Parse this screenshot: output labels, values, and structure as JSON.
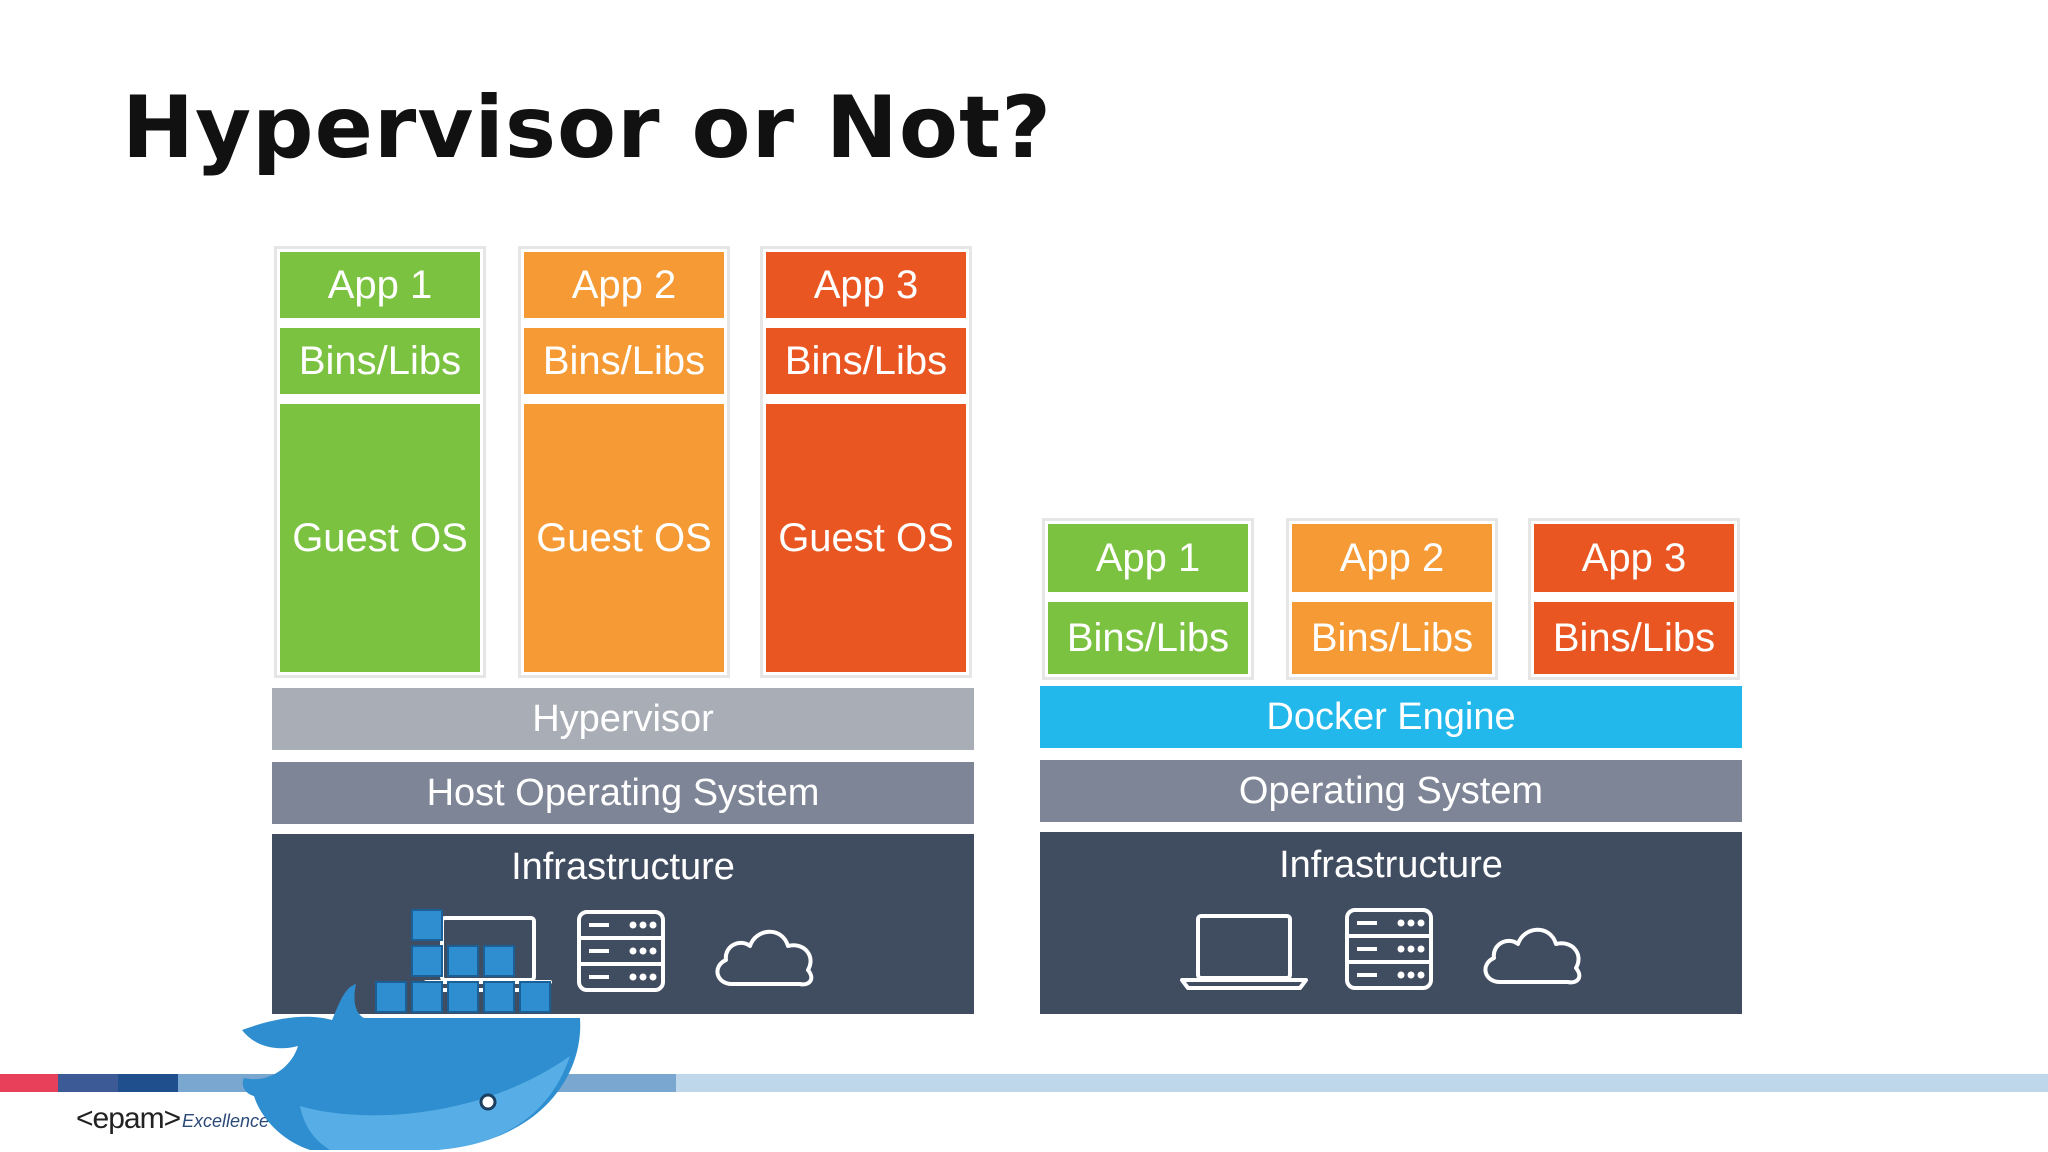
{
  "title": "Hypervisor or Not?",
  "colors": {
    "green": "#7cc241",
    "orange": "#f59a34",
    "red": "#ea5622",
    "hypervisor": "#a8adb6",
    "host_os": "#7e8597",
    "infrastructure": "#404c60",
    "docker_engine": "#22b8ec"
  },
  "vm_stack": {
    "columns": [
      {
        "app": "App 1",
        "libs": "Bins/Libs",
        "os": "Guest OS"
      },
      {
        "app": "App 2",
        "libs": "Bins/Libs",
        "os": "Guest OS"
      },
      {
        "app": "App 3",
        "libs": "Bins/Libs",
        "os": "Guest OS"
      }
    ],
    "hypervisor": "Hypervisor",
    "host_os": "Host Operating System",
    "infrastructure": "Infrastructure"
  },
  "docker_stack": {
    "columns": [
      {
        "app": "App 1",
        "libs": "Bins/Libs"
      },
      {
        "app": "App 2",
        "libs": "Bins/Libs"
      },
      {
        "app": "App 3",
        "libs": "Bins/Libs"
      }
    ],
    "engine": "Docker Engine",
    "os": "Operating System",
    "infrastructure": "Infrastructure"
  },
  "infra_icons": [
    "laptop-icon",
    "server-icon",
    "cloud-icon"
  ],
  "footer": {
    "logo": "<epam>",
    "tagline": "Excellence in Softwa"
  }
}
